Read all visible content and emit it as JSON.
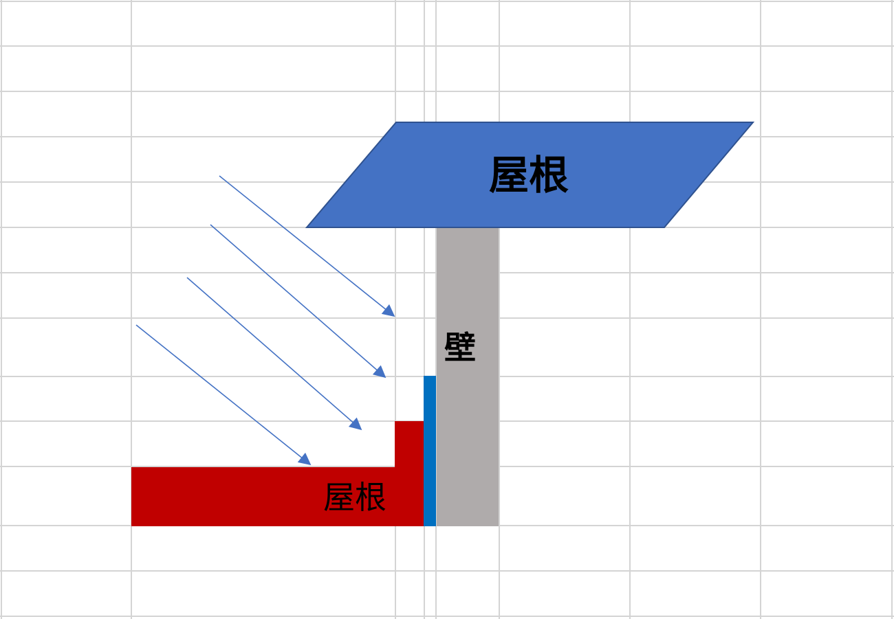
{
  "diagram": {
    "upper_roof": {
      "label": "屋根",
      "fill_color": "#4472c4",
      "stroke_color": "#2f528f"
    },
    "wall": {
      "label": "壁",
      "fill_color": "#afabab"
    },
    "lower_roof": {
      "label": "屋根",
      "fill_color": "#c00000"
    },
    "flashing": {
      "fill_color": "#0070c0"
    },
    "sun_rays": {
      "count": 4,
      "color": "#4472c4"
    },
    "grid": {
      "color": "#d4d4d4"
    }
  }
}
